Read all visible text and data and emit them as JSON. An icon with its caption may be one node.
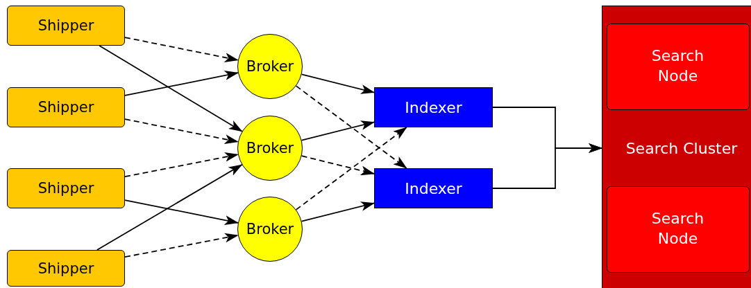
{
  "diagram": {
    "nodes": [
      {
        "text": [
          "Shipper"
        ]
      },
      {
        "text": [
          "Shipper"
        ]
      },
      {
        "text": [
          "Shipper"
        ]
      },
      {
        "text": [
          "Shipper"
        ]
      },
      {
        "text": [
          "Broker"
        ]
      },
      {
        "text": [
          "Broker"
        ]
      },
      {
        "text": [
          "Broker"
        ]
      },
      {
        "text": [
          "Indexer"
        ]
      },
      {
        "text": [
          "Indexer"
        ]
      },
      {
        "text": [
          "Search Cluster"
        ]
      },
      {
        "text": [
          "Search Node"
        ],
        "in": 9
      },
      {
        "text": [
          "Search Node"
        ],
        "in": 9
      }
    ],
    "edges": [
      {
        "from": 0,
        "to": 4,
        "arrow": "to",
        "style": "dashed"
      },
      {
        "from": 0,
        "to": 5,
        "arrow": "to"
      },
      {
        "from": 1,
        "to": 4,
        "arrow": "to"
      },
      {
        "from": 1,
        "to": 5,
        "arrow": "to",
        "style": "dashed"
      },
      {
        "from": 2,
        "to": 5,
        "arrow": "to",
        "style": "dashed"
      },
      {
        "from": 2,
        "to": 6,
        "arrow": "to"
      },
      {
        "from": 3,
        "to": 5,
        "arrow": "to"
      },
      {
        "from": 3,
        "to": 6,
        "arrow": "to",
        "style": "dashed"
      },
      {
        "from": 4,
        "to": 7,
        "arrow": "to"
      },
      {
        "from": 4,
        "to": 8,
        "arrow": "to",
        "style": "dashed"
      },
      {
        "from": 5,
        "to": 7,
        "arrow": "to"
      },
      {
        "from": 5,
        "to": 8,
        "arrow": "to",
        "style": "dashed"
      },
      {
        "from": 6,
        "to": 8,
        "arrow": "to"
      },
      {
        "from": 6,
        "to": 7,
        "arrow": "to",
        "style": "dashed"
      },
      {
        "from": 7,
        "to": 9,
        "arrow": "to"
      },
      {
        "from": 8,
        "to": 9,
        "arrow": "to"
      }
    ]
  }
}
